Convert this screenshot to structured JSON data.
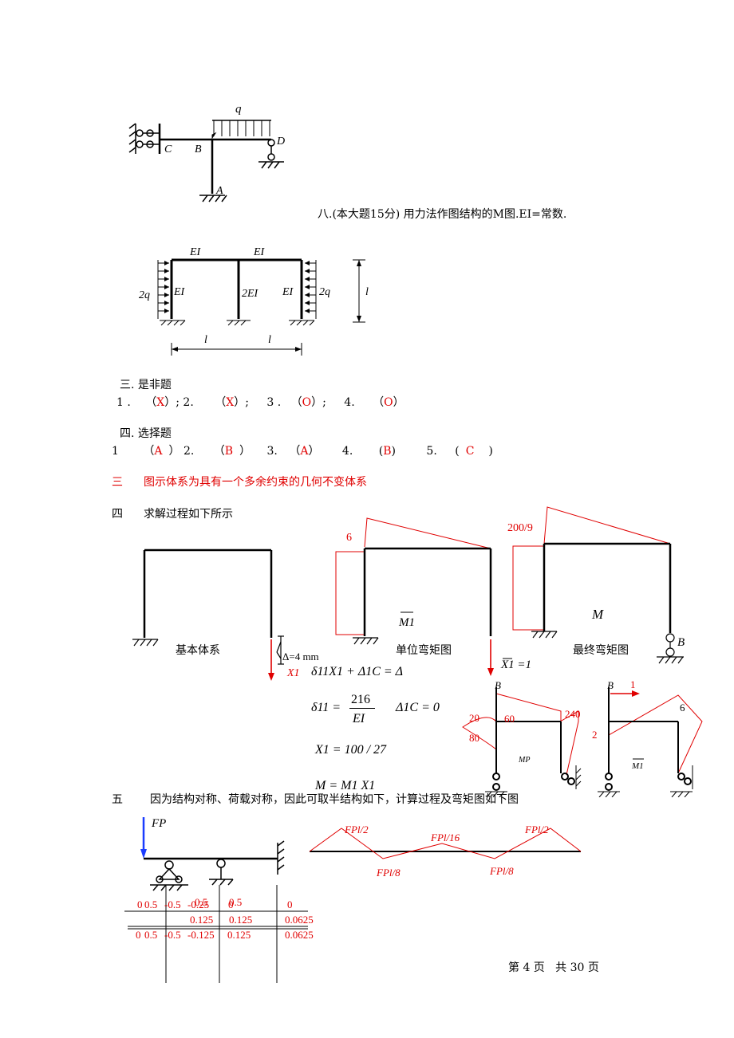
{
  "fig1": {
    "q": "q",
    "C": "C",
    "B": "B",
    "D": "D",
    "A": "A"
  },
  "problem8": "八.(本大题15分) 用力法作图结构的M图.EI=常数.",
  "fig2": {
    "EI_top_left": "EI",
    "EI_top_right": "EI",
    "EI_left": "EI",
    "EI_mid": "2EI",
    "EI_right": "EI",
    "q_left": "2q",
    "q_right": "2q",
    "height": "l",
    "span_left": "l",
    "span_right": "l"
  },
  "section_tf": {
    "title": "三. 是非题",
    "items": [
      {
        "num": "1 .",
        "ans": "X",
        "sep": ";"
      },
      {
        "num": "2.",
        "ans": "X",
        "sep": ";"
      },
      {
        "num": "3 .",
        "ans": "O",
        "sep": ";"
      },
      {
        "num": "4.",
        "ans": "O",
        "sep": ""
      }
    ]
  },
  "section_choice": {
    "title": "四. 选择题",
    "items": [
      {
        "num": "1",
        "ans": "A"
      },
      {
        "num": "2.",
        "ans": "B"
      },
      {
        "num": "3.",
        "ans": "A"
      },
      {
        "num": "4.",
        "ans": "B"
      },
      {
        "num": "5.",
        "ans": "C"
      }
    ]
  },
  "answer3": {
    "num": "三",
    "text": "图示体系为具有一个多余约束的几何不变体系"
  },
  "answer4": {
    "num": "四",
    "text": "求解过程如下所示"
  },
  "frames": {
    "basic_label": "基本体系",
    "unit_label": "单位弯矩图",
    "final_label": "最终弯矩图",
    "delta_label": "Δ=4 mm",
    "x1": "X1",
    "unit_value": "6",
    "final_value": "200/9",
    "M1_label": "M1",
    "M_label": "M",
    "B_label": "B",
    "X1_eq": "X1 =1"
  },
  "equations": {
    "eq1": "δ11X1 + Δ1C = Δ",
    "eq2a": "δ11 =",
    "eq2_num": "216",
    "eq2_den": "EI",
    "eq2b": "Δ1C = 0",
    "eq3": "X1 = 100 / 27",
    "eq4": "M = M1 X1"
  },
  "small_diagrams": {
    "mp_values": [
      "20",
      "60",
      "240",
      "80"
    ],
    "mp_label": "MP",
    "B1": "B",
    "m1_values": [
      "1",
      "6",
      "2"
    ],
    "m1_label": "M1",
    "B2": "B"
  },
  "answer5": {
    "num": "五",
    "text": "因为结构对称、荷载对称，因此可取半结构如下，计算过程及弯矩图如下图"
  },
  "fig5": {
    "load": "FP",
    "m1": "FPl/2",
    "m2": "FPl/16",
    "m3": "FPl/2",
    "m4": "FPl/8",
    "m5": "FPl/8"
  },
  "table": {
    "row1": [
      "0",
      "0.5",
      "-0.5",
      "-0.25",
      "0",
      "0.5",
      "0.5",
      "0"
    ],
    "row2": [
      "0.125",
      "0.125",
      "0.0625"
    ],
    "row3": [
      "0",
      "0.5",
      "-0.5",
      "-0.125",
      "0.125",
      "0.0625"
    ]
  },
  "footer": "第 4 页   共 30 页"
}
